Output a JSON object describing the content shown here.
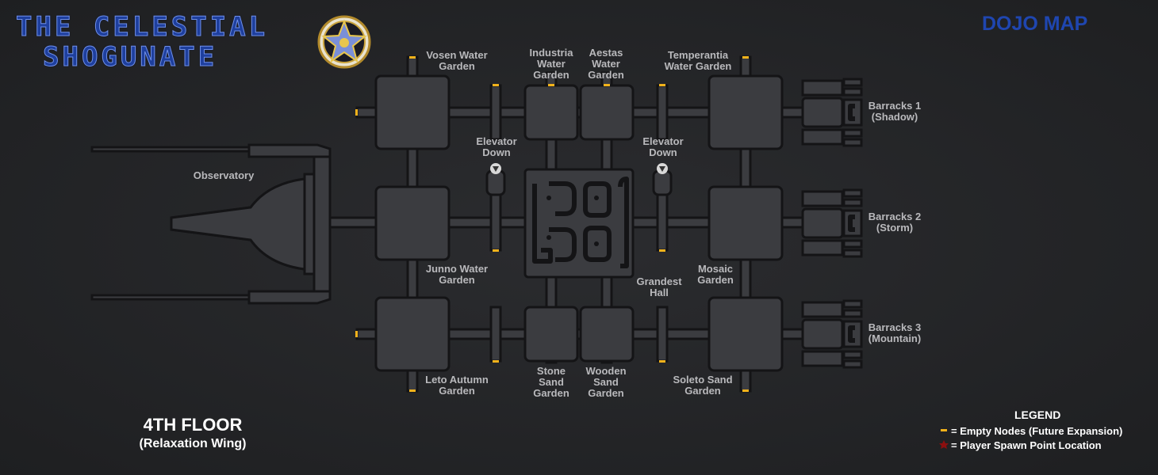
{
  "header": {
    "title_line1": "THE CELESTIAL",
    "title_line2": "SHOGUNATE",
    "map_title": "DOJO MAP"
  },
  "colors": {
    "room_fill": "#3b3c40",
    "outline": "#141416",
    "empty_node": "#f2b21b",
    "spawn_point": "#8b0f0f",
    "title_blue": "#1e3f9e"
  },
  "rooms": {
    "observatory": "Observatory",
    "vosen_water_garden": "Vosen Water\nGarden",
    "industria_water_garden": "Industria\nWater\nGarden",
    "aestas_water_garden": "Aestas\nWater\nGarden",
    "temperantia_water_garden": "Temperantia\nWater Garden",
    "elevator_down_left": "Elevator\nDown",
    "elevator_down_right": "Elevator\nDown",
    "barracks_1": "Barracks 1\n(Shadow)",
    "barracks_2": "Barracks 2\n(Storm)",
    "barracks_3": "Barracks 3\n(Mountain)",
    "junno_water_garden": "Junno Water\nGarden",
    "mosaic_garden": "Mosaic\nGarden",
    "grandest_hall": "Grandest\nHall",
    "leto_autumn_garden": "Leto Autumn\nGarden",
    "stone_sand_garden": "Stone\nSand\nGarden",
    "wooden_sand_garden": "Wooden\nSand\nGarden",
    "soleto_sand_garden": "Soleto Sand\nGarden"
  },
  "floor": {
    "name": "4TH FLOOR",
    "subtitle": "(Relaxation Wing)"
  },
  "legend": {
    "title": "LEGEND",
    "empty_nodes": "= Empty Nodes (Future Expansion)",
    "spawn_point": "= Player Spawn Point Location"
  }
}
